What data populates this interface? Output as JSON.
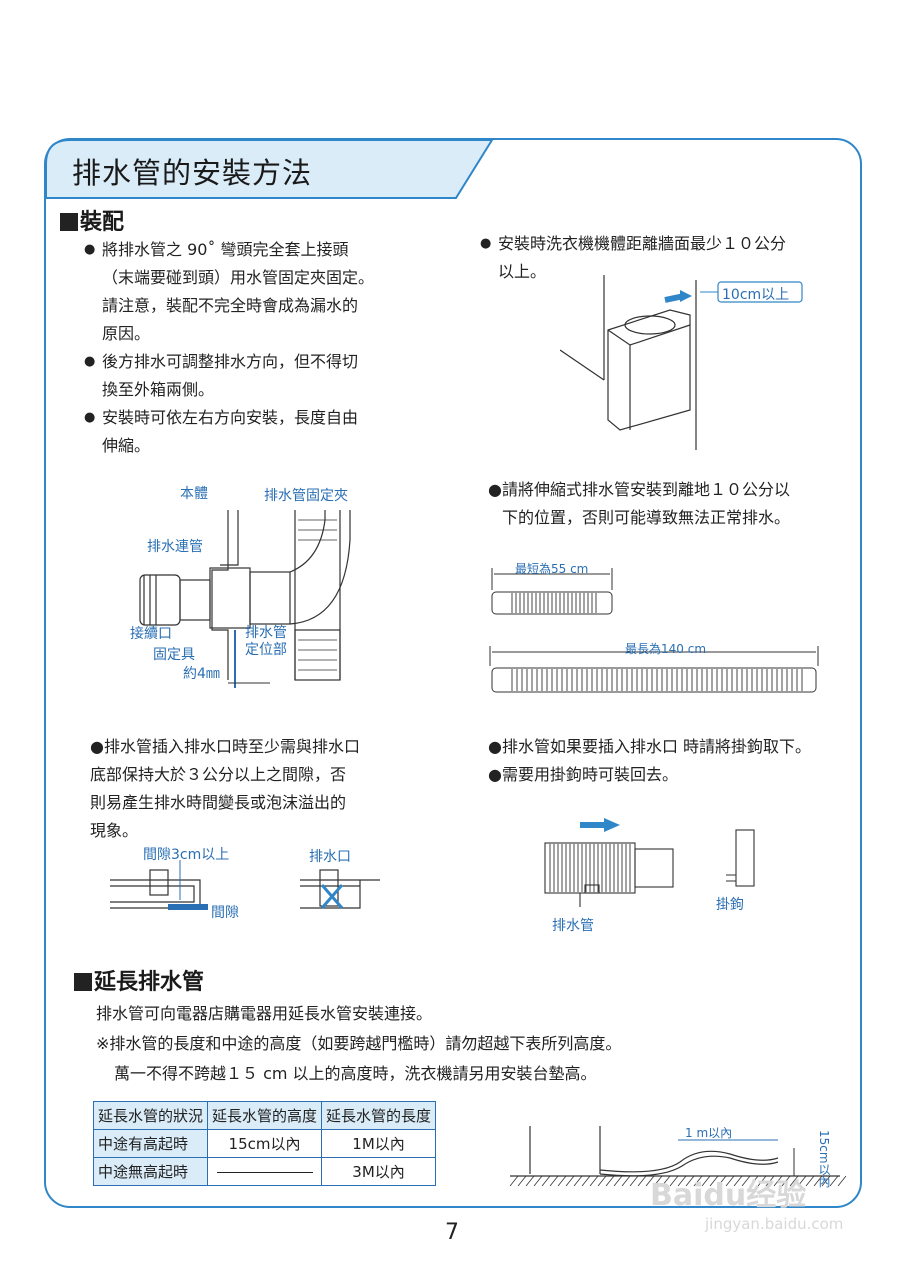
{
  "page_title": "排水管的安裝方法",
  "sections": {
    "assembly": {
      "heading": "裝配",
      "bullets": [
        [
          "將排水管之 90˚ 彎頭完全套上接頭",
          "（末端要碰到頭）用水管固定夾固定。",
          "請注意，裝配不完全時會成為漏水的",
          "原因。"
        ],
        [
          "後方排水可調整排水方向，但不得切",
          "換至外箱兩側。"
        ],
        [
          "安裝時可依左右方向安裝，長度自由",
          "伸縮。"
        ]
      ],
      "diagram_labels": {
        "body": "本體",
        "clamp": "排水管固定夾",
        "connector_pipe": "排水連管",
        "joint": "接續口",
        "fixing": "固定具",
        "approx": "約4㎜",
        "positioning": [
          "排水管",
          "定位部"
        ]
      }
    },
    "wall": {
      "bullet": [
        "安裝時洗衣機機體距離牆面最少１０公分",
        "以上。"
      ],
      "label": "10cm以上"
    },
    "height": {
      "bullet": [
        "●請將伸縮式排水管安裝到離地１０公分以",
        "下的位置，否則可能導致無法正常排水。"
      ],
      "shortest": "最短為55 cm",
      "longest": "最長為140 cm"
    },
    "gap": {
      "bullet": [
        "●排水管插入排水口時至少需與排水口",
        "底部保持大於３公分以上之間隙，否",
        "則易產生排水時間變長或泡沫溢出的",
        "現象。"
      ],
      "gap_label": "間隙3cm以上",
      "gap_short": "間隙",
      "outlet": "排水口"
    },
    "hook": {
      "lines": [
        "●排水管如果要插入排水口 時請將掛鉤取下。",
        "●需要用掛鉤時可裝回去。"
      ],
      "pipe": "排水管",
      "hook": "掛鉤"
    },
    "extension": {
      "heading": "延長排水管",
      "lines": [
        "排水管可向電器店購電器用延長水管安裝連接。",
        "※排水管的長度和中途的高度（如要跨越門檻時）請勿超越下表所列高度。",
        "萬一不得不跨越１５ cm 以上的高度時，洗衣機請另用安裝台墊高。"
      ],
      "table": {
        "headers": [
          "延長水管的狀況",
          "延長水管的高度",
          "延長水管的長度"
        ],
        "rows": [
          [
            "中途有高起時",
            "15cm以內",
            "1M以內"
          ],
          [
            "中途無高起時",
            "",
            "3M以內"
          ]
        ]
      },
      "diagram_length": "1 m以內",
      "diagram_height": "15cm以內"
    }
  },
  "page_number": "7",
  "watermark": {
    "logo": "Baidu经验",
    "url": "jingyan.baidu.com"
  },
  "colors": {
    "accent": "#2f86c8",
    "title_bg": "#d9ecf8",
    "label": "#2a6fb4"
  }
}
